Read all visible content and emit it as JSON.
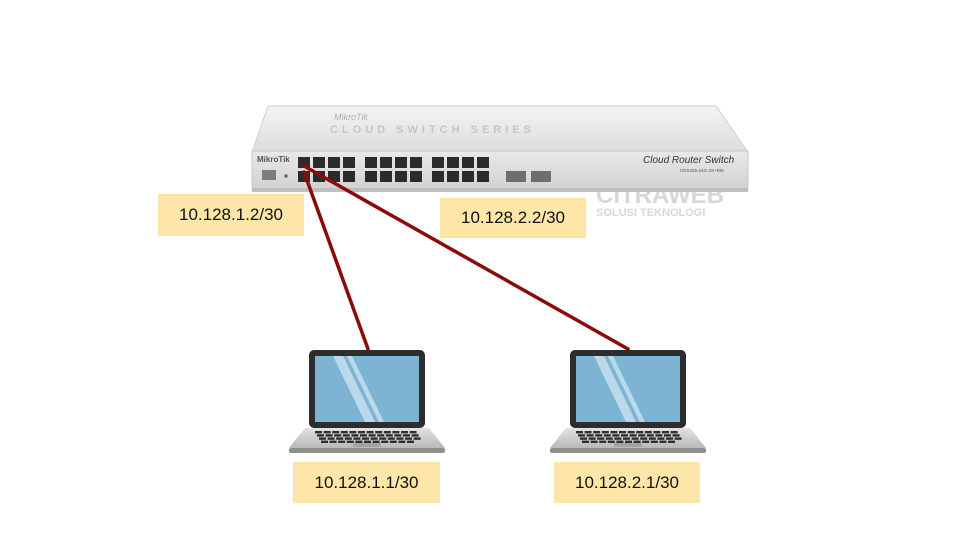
{
  "switch": {
    "brand": "MikroTik",
    "series": "CLOUD SWITCH SERIES",
    "product": "Cloud Router Switch",
    "model": "CRS326-24G-2S+RM",
    "port_ip": "10.128.1.2/30",
    "port_ip_2": "10.128.2.2/30"
  },
  "laptops": [
    {
      "ip": "10.128.1.1/30"
    },
    {
      "ip": "10.128.2.1/30"
    }
  ],
  "watermark": {
    "name": "CITRAWEB",
    "tagline": "SOLUSI TEKNOLOGI"
  },
  "colors": {
    "cable": "#8b0a0a",
    "label_bg": "#fde6a8",
    "screen": "#7db4d3"
  }
}
